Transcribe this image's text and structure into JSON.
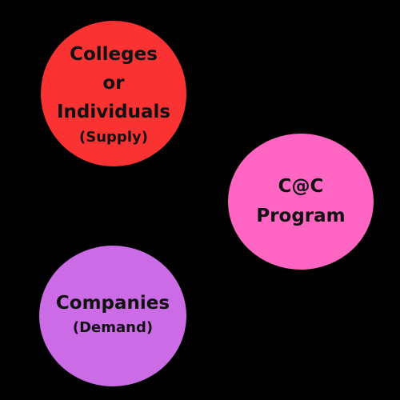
{
  "diagram": {
    "background": "#000000",
    "nodes": [
      {
        "id": "supply",
        "lines": [
          "Colleges",
          "or",
          "Individuals"
        ],
        "sub": "(Supply)",
        "color": "#fa3232"
      },
      {
        "id": "program",
        "lines": [
          "C@C",
          "Program"
        ],
        "sub": "",
        "color": "#ff66c4"
      },
      {
        "id": "demand",
        "lines": [
          "Companies"
        ],
        "sub": "(Demand)",
        "color": "#cb6ce6"
      }
    ]
  }
}
